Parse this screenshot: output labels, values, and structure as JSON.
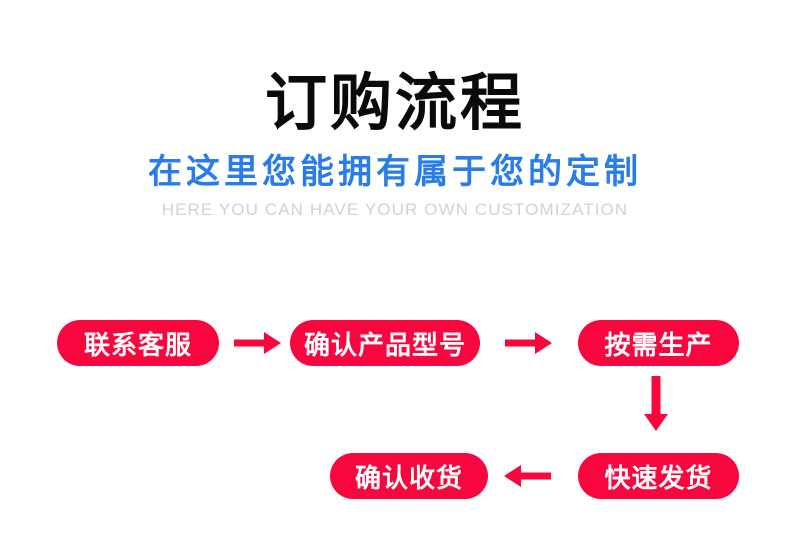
{
  "header": {
    "title": "订购流程",
    "subtitle_cn": "在这里您能拥有属于您的定制",
    "subtitle_en": "HERE YOU CAN HAVE YOUR OWN CUSTOMIZATION"
  },
  "colors": {
    "accent_red": "#f8063e",
    "subtitle_blue": "#2a7ce8",
    "title_black": "#0a0a0a",
    "english_gray": "#d2d2d4",
    "background": "#ffffff"
  },
  "flow": {
    "steps": [
      {
        "id": "contact",
        "label": "联系客服",
        "row": "top",
        "order": 1
      },
      {
        "id": "confirm-model",
        "label": "确认产品型号",
        "row": "top",
        "order": 2
      },
      {
        "id": "produce",
        "label": "按需生产",
        "row": "top",
        "order": 3
      },
      {
        "id": "ship",
        "label": "快速发货",
        "row": "bottom",
        "order": 4
      },
      {
        "id": "receive",
        "label": "确认收货",
        "row": "bottom",
        "order": 5
      }
    ],
    "connectors": [
      {
        "id": "contact-to-confirm",
        "direction": "right"
      },
      {
        "id": "confirm-to-produce",
        "direction": "right"
      },
      {
        "id": "produce-to-ship",
        "direction": "down"
      },
      {
        "id": "ship-to-receive",
        "direction": "left"
      }
    ]
  }
}
